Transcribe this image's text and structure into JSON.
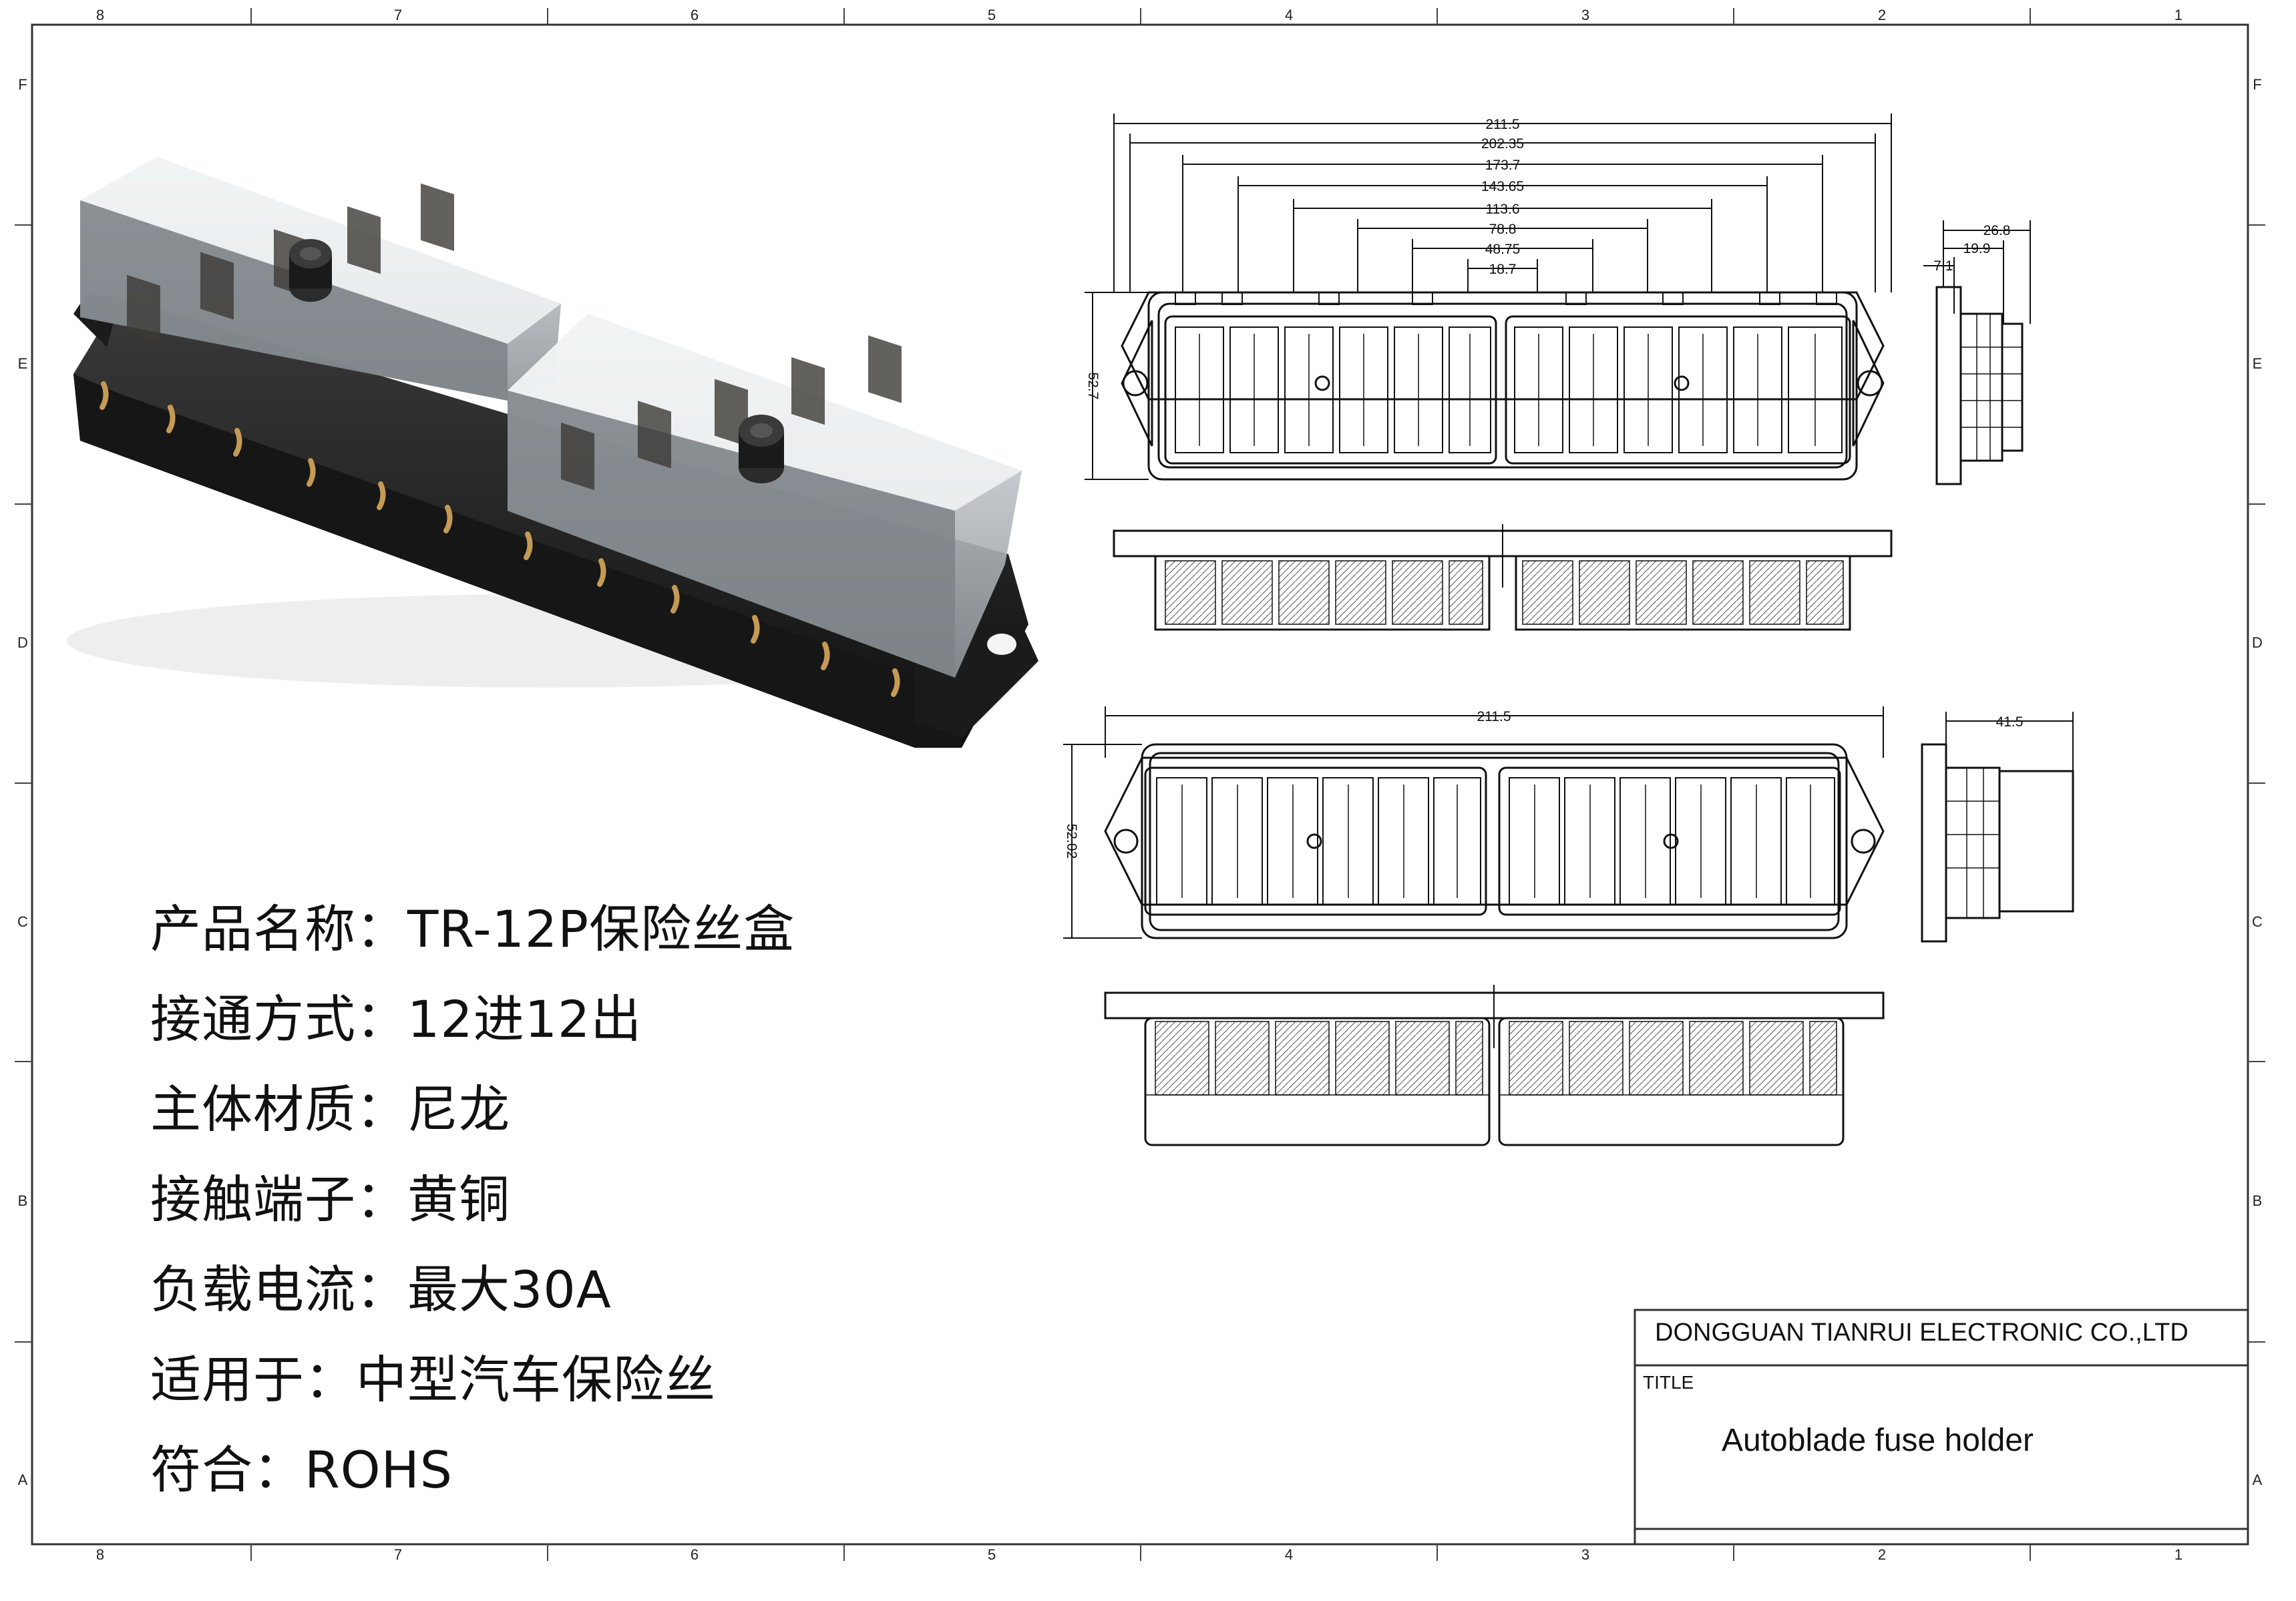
{
  "frame": {
    "top_columns": [
      "8",
      "7",
      "6",
      "5",
      "4",
      "3",
      "2",
      "1"
    ],
    "bottom_columns": [
      "8",
      "7",
      "6",
      "5",
      "4",
      "3",
      "2",
      "1"
    ],
    "rows": [
      "F",
      "E",
      "D",
      "C",
      "B",
      "A"
    ]
  },
  "specs": [
    "产品名称：TR-12P保险丝盒",
    "接通方式：12进12出",
    "主体材质：尼龙",
    "接触端子：黄铜",
    "负载电流：最大30A",
    "适用于：中型汽车保险丝",
    "符合：ROHS"
  ],
  "drawing": {
    "top_view_widths": [
      "211.5",
      "202.35",
      "173.7",
      "143.65",
      "113.6",
      "78.8",
      "48.75",
      "18.7"
    ],
    "top_view_height": "52.7",
    "side_view_dims": [
      "26.8",
      "19.9",
      "7.1"
    ],
    "lower_view_width": "211.5",
    "lower_view_height": "52.02",
    "lower_side_dim": "41.5"
  },
  "title_block": {
    "company": "DONGGUAN TIANRUI ELECTRONIC CO.,LTD",
    "title_label": "TITLE",
    "title": "Autoblade fuse holder"
  }
}
